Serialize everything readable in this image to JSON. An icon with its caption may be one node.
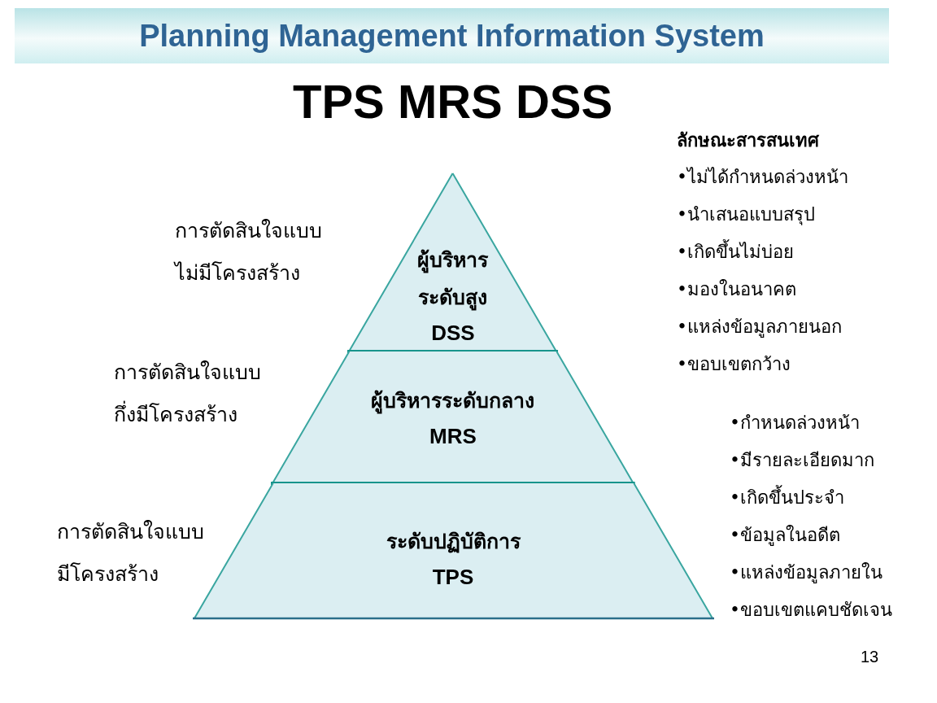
{
  "diagram": {
    "title": "Planning Management Information System",
    "nodes": [
      {
        "text": [
          "ผู้บริหารระดับสูง",
          "DSS"
        ]
      },
      {
        "text": [
          "ผู้บริหารระดับกลาง",
          "MRS"
        ]
      },
      {
        "text": [
          "ระดับปฏิบัติการ",
          "TPS"
        ]
      }
    ],
    "edges": [],
    "labels": [
      "TPS MRS DSS",
      "ลักษณะสารสนเทศ",
      "•ไม่ได้กำหนดล่วงหน้า",
      "•นำเสนอแบบสรุป",
      "•เกิดขึ้นไม่บ่อย",
      "•มองในอนาคต",
      "•แหล่งข้อมูลภายนอก",
      "•ขอบเขตกว้าง",
      "การตัดสินใจแบบไม่มีโครงสร้าง",
      "การตัดสินใจแบบกึ่งมีโครงสร้าง",
      "•กำหนดล่วงหน้า",
      "•มีรายละเอียดมาก",
      "•เกิดขึ้นประจำ",
      "•ข้อมูลในอดีต",
      "•แหล่งข้อมูลภายใน",
      "•ขอบเขตแคบชัดเจน",
      "การตัดสินใจแบบมีโครงสร้าง",
      "13"
    ]
  }
}
